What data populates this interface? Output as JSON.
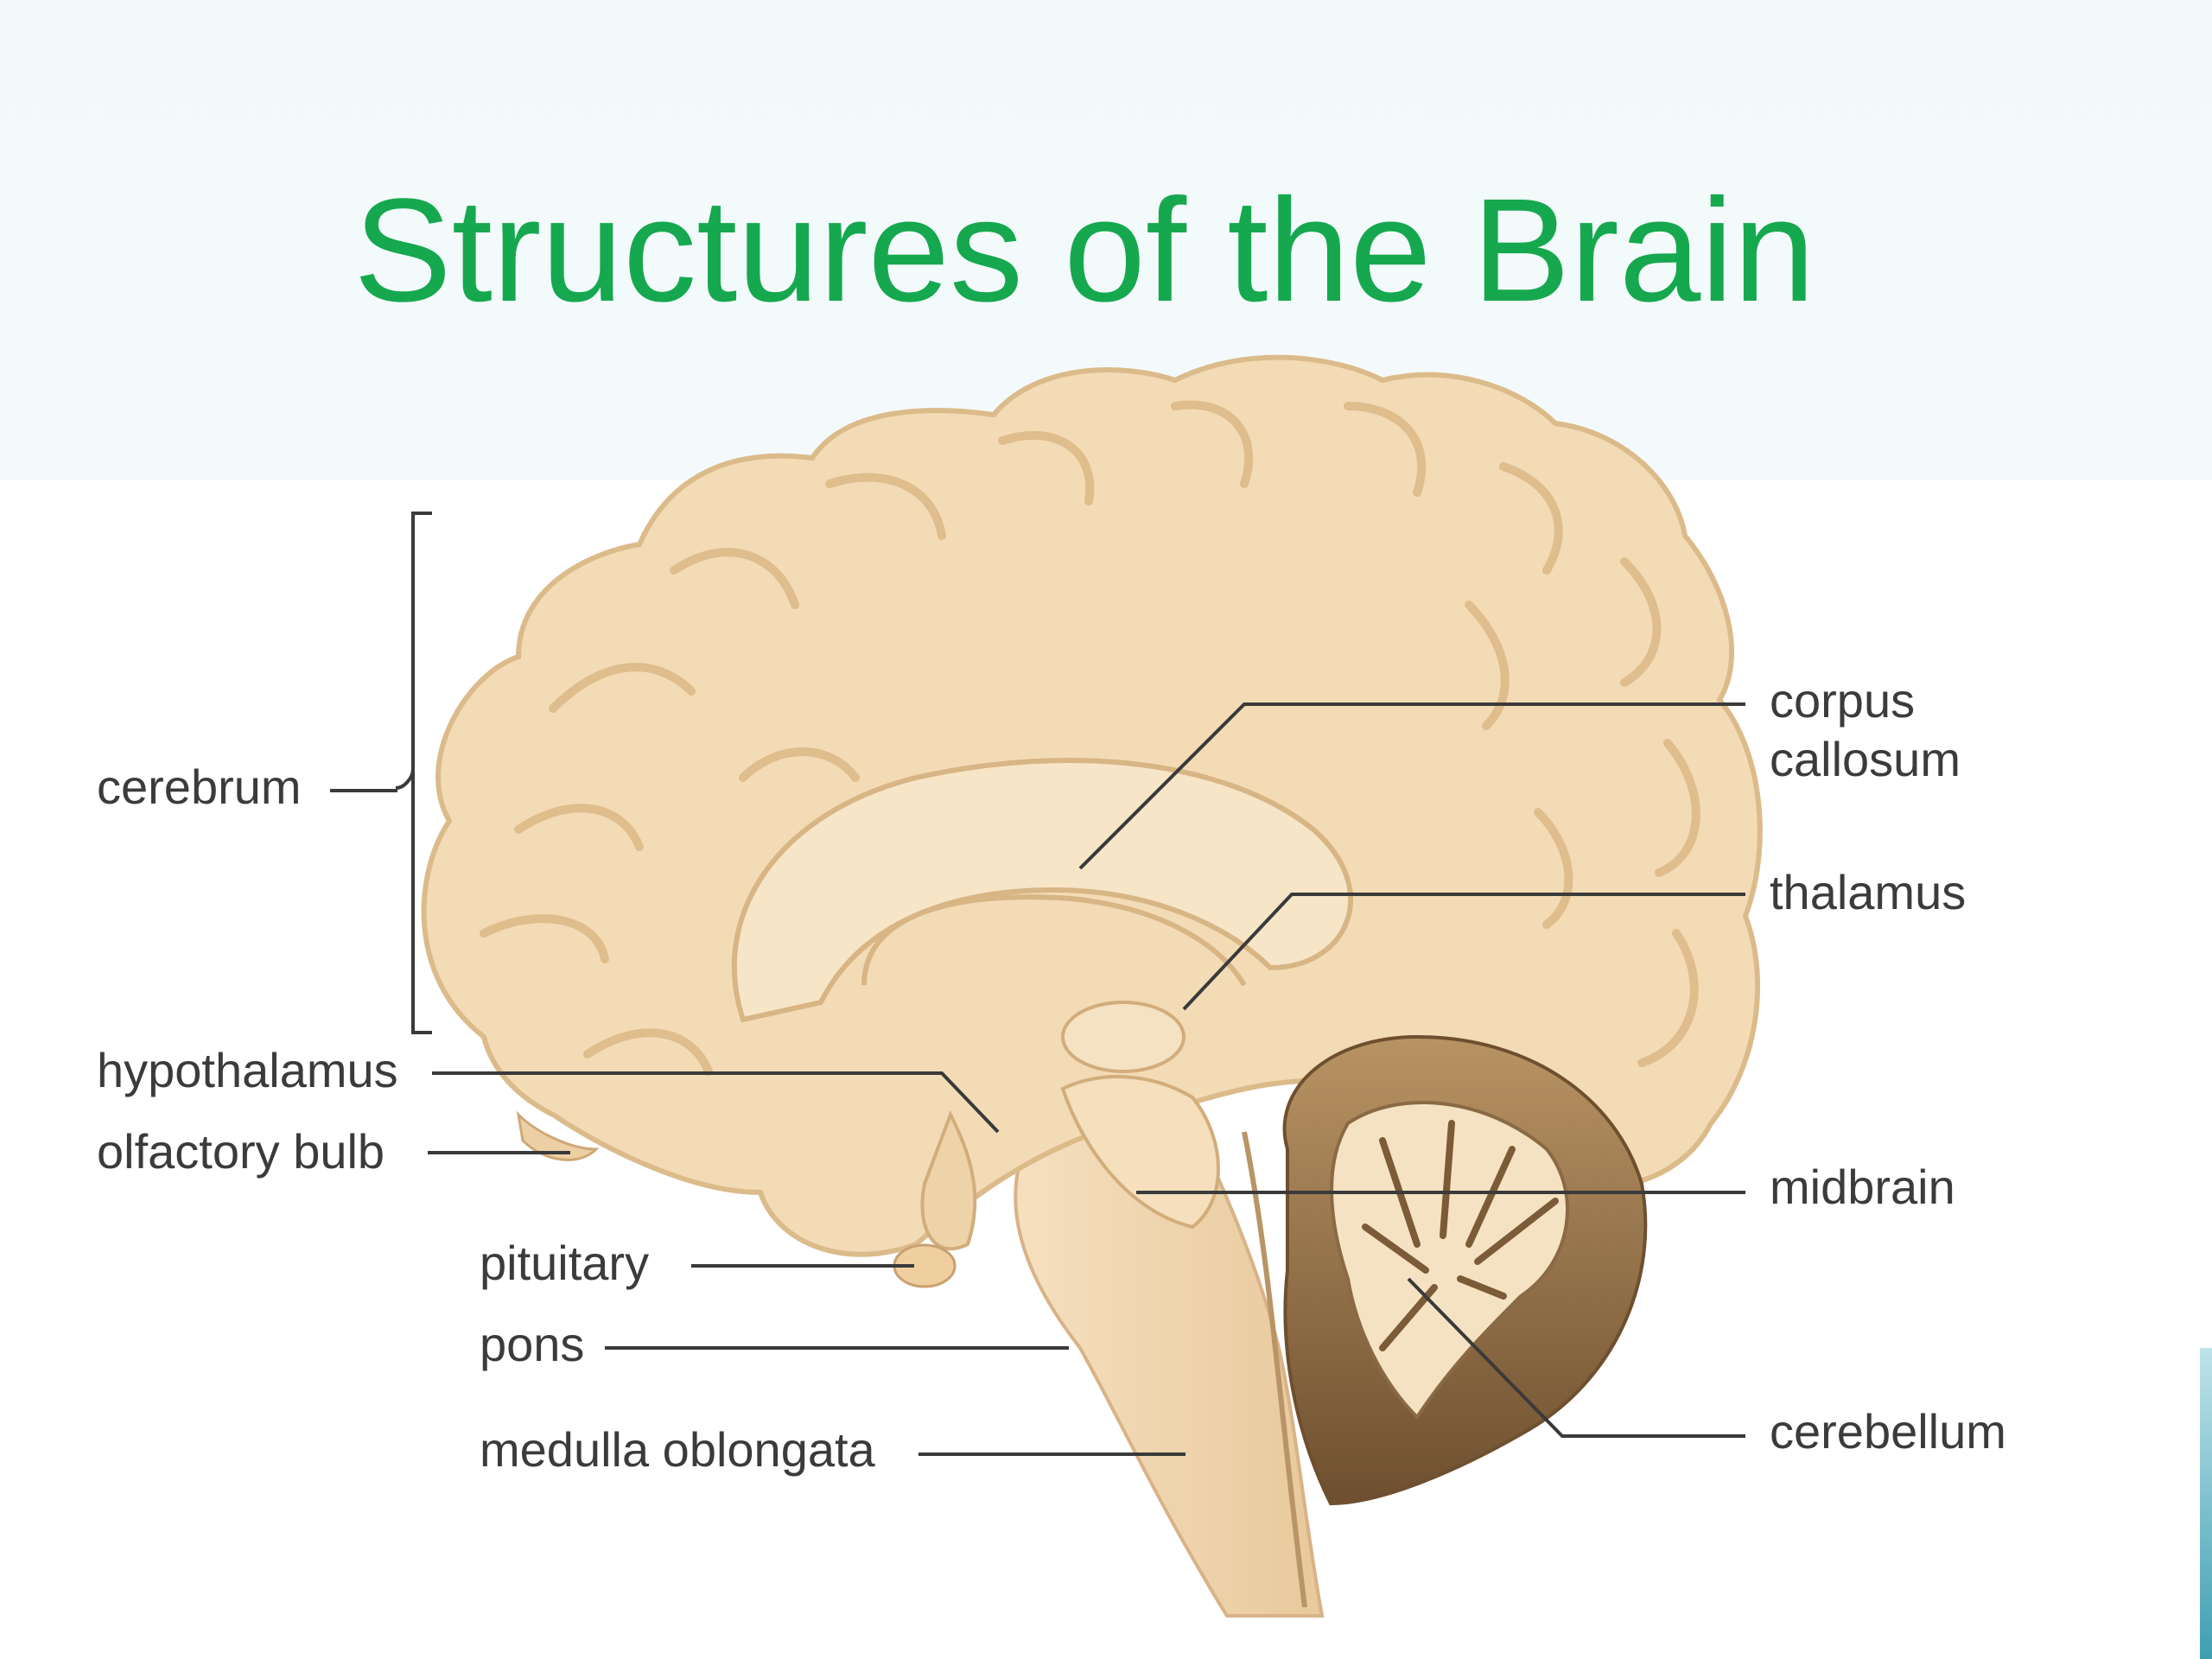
{
  "slide": {
    "title": "Structures of the Brain",
    "title_color": "#16a84f"
  },
  "diagram": {
    "labels": {
      "cerebrum": "cerebrum",
      "hypothalamus": "hypothalamus",
      "olfactory_bulb": "olfactory bulb",
      "pituitary": "pituitary",
      "pons": "pons",
      "medulla_oblongata": "medulla oblongata",
      "corpus_callosum_line1": "corpus",
      "corpus_callosum_line2": "callosum",
      "thalamus": "thalamus",
      "midbrain": "midbrain",
      "cerebellum": "cerebellum"
    },
    "colors": {
      "brain_fill": "#f3dbb6",
      "brain_shadow": "#e2bf8e",
      "cerebellum_dark": "#8a6a45",
      "label_text": "#3b3b3b"
    }
  }
}
